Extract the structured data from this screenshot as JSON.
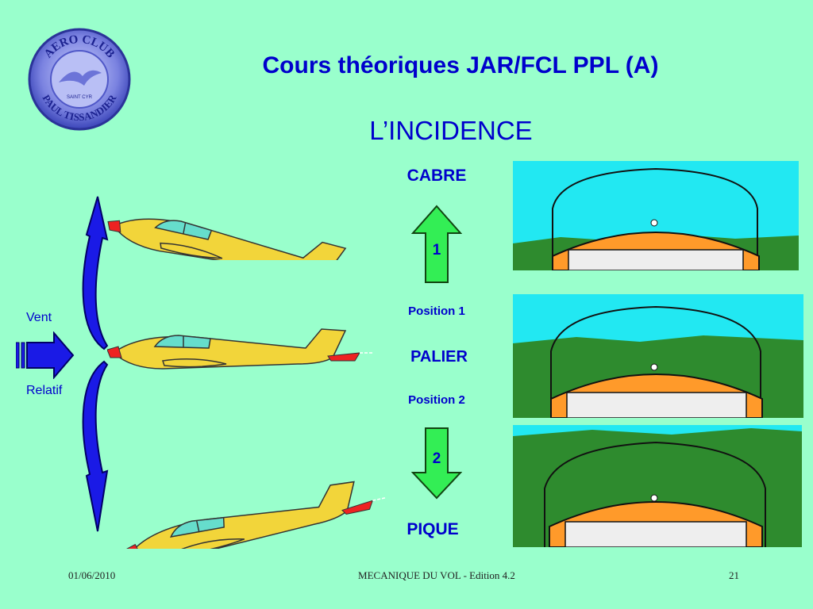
{
  "header": {
    "title": "Cours théoriques JAR/FCL PPL (A)",
    "subtitle": "L’INCIDENCE"
  },
  "logo": {
    "top_text": "AERO CLUB",
    "bottom_text": "PAUL TISSANDIER",
    "small_text": "SAINT CYR"
  },
  "labels": {
    "cabre": "CABRE",
    "position1": "Position 1",
    "palier": "PALIER",
    "position2": "Position 2",
    "pique": "PIQUE",
    "vent": "Vent",
    "relatif": "Relatif",
    "arrow1": "1",
    "arrow2": "2"
  },
  "footer": {
    "date": "01/06/2010",
    "center": "MECANIQUE DU VOL - Edition 4.2",
    "page": "21"
  },
  "colors": {
    "background": "#99ffcc",
    "title": "#0000cc",
    "plane": "#f2d53a",
    "sky": "#22e8f2",
    "ground": "#2e8b2e",
    "cowl": "#ff9a2a",
    "arrow": "#33ee55"
  }
}
